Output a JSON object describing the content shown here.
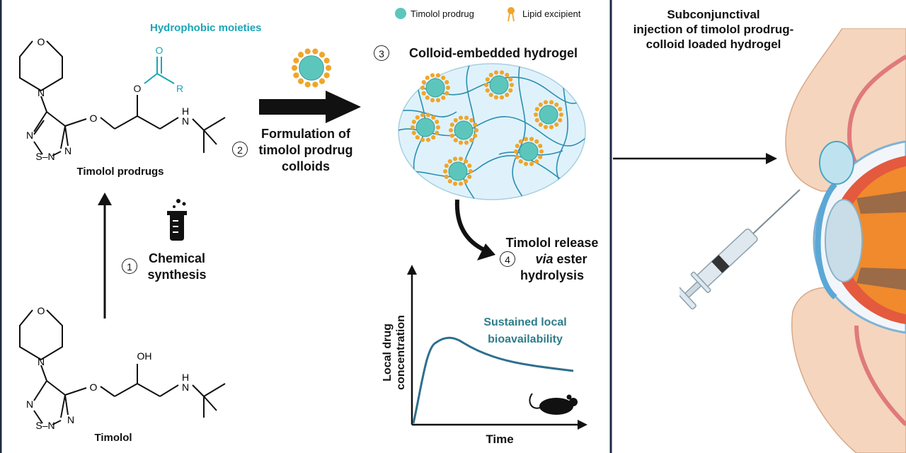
{
  "legend": {
    "prodrug_label": "Timolol prodrug",
    "lipid_label": "Lipid excipient",
    "prodrug_color": "#5cc6bd",
    "lipid_color": "#f0a52a"
  },
  "chemistry": {
    "hydrophobic_label": "Hydrophobic moieties",
    "hydrophobic_color": "#1aa6b7",
    "prodrug_name": "Timolol prodrugs",
    "parent_name": "Timolol",
    "atoms": {
      "O": "O",
      "N": "N",
      "S": "S",
      "R": "R",
      "NH": "H",
      "OH": "OH",
      "SN": "S–N"
    }
  },
  "steps": {
    "step1_number": "1",
    "step1_line1": "Chemical",
    "step1_line2": "synthesis",
    "step2_number": "2",
    "step2_line1": "Formulation of",
    "step2_line2": "timolol prodrug",
    "step2_line3": "colloids",
    "step3_number": "3",
    "step3_label": "Colloid-embedded hydrogel",
    "step4_number": "4",
    "step4_line1": "Timolol release",
    "step4_italic": "via",
    "step4_line2_rest": " ester",
    "step4_line3": "hydrolysis"
  },
  "release_plot": {
    "ylabel_line1": "Local drug",
    "ylabel_line2": "concentration",
    "xlabel": "Time",
    "annotation_line1": "Sustained local",
    "annotation_line2": "bioavailability",
    "curve_color": "#2e6f8e",
    "annotation_color": "#2e7d8a"
  },
  "injection": {
    "line1": "Subconjunctival",
    "line2": "injection of timolol prodrug-",
    "line3": "colloid loaded hydrogel"
  },
  "colors": {
    "frame": "#1f2a44",
    "hydrogel_fill": "#dff2fb",
    "hydrogel_lines": "#2a8fb0"
  }
}
